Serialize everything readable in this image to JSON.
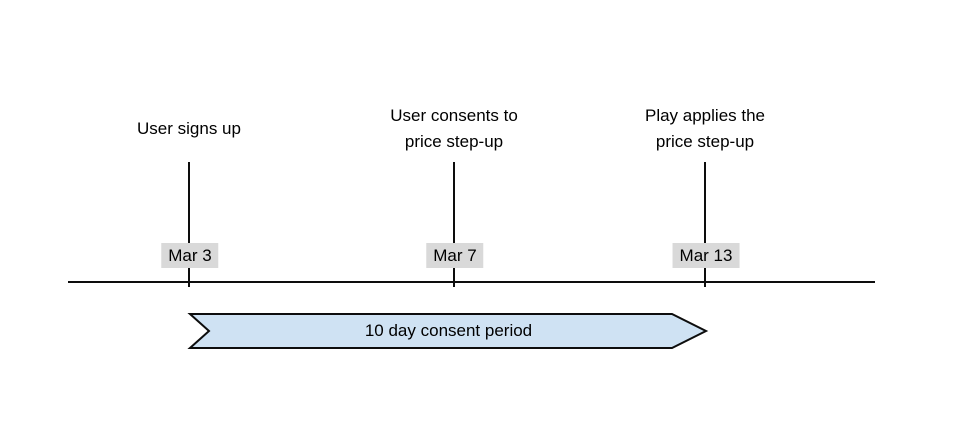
{
  "diagram": {
    "type": "timeline",
    "events": [
      {
        "lines": [
          "User signs up"
        ],
        "date": "Mar 3"
      },
      {
        "lines": [
          "User consents to",
          "price step-up"
        ],
        "date": "Mar 7"
      },
      {
        "lines": [
          "Play applies the",
          "price step-up"
        ],
        "date": "Mar 13"
      }
    ],
    "banner": {
      "label": "10 day consent period"
    }
  },
  "colors": {
    "background": "#ffffff",
    "line": "#0d0d0d",
    "date_chip_bg": "#d9d9d9",
    "banner_fill": "#cfe2f3",
    "banner_stroke": "#0d0d0d"
  }
}
